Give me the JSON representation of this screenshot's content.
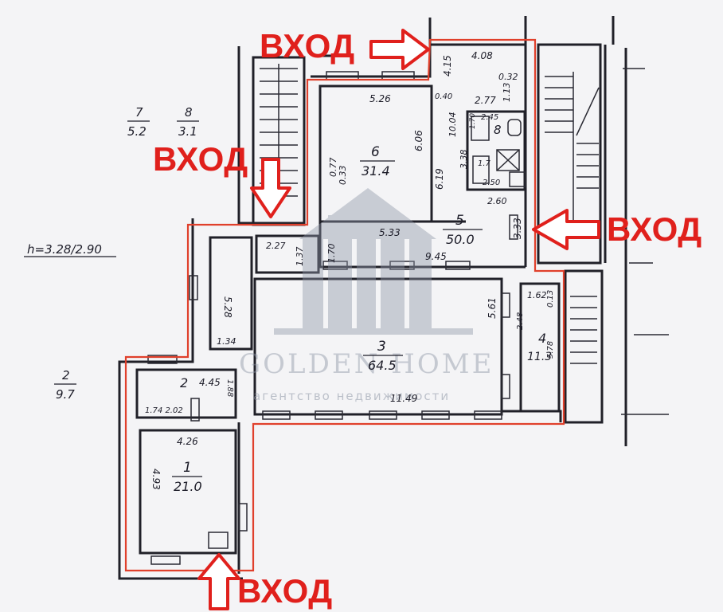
{
  "entrances": {
    "label": "ВХОД"
  },
  "height_note": "h=3.28/2.90",
  "outside_labels": [
    {
      "number": "7",
      "area": "5.2"
    },
    {
      "number": "8",
      "area": "3.1"
    },
    {
      "number": "2",
      "area": "9.7"
    }
  ],
  "rooms": [
    {
      "number": "1",
      "area": "21.0"
    },
    {
      "number": "2",
      "area": ""
    },
    {
      "number": "3",
      "area": "64.5"
    },
    {
      "number": "4",
      "area": "11.3"
    },
    {
      "number": "5",
      "area": "50.0"
    },
    {
      "number": "6",
      "area": "31.4"
    },
    {
      "number": "8",
      "area": ""
    }
  ],
  "dimensions": {
    "room6_top": "5.26",
    "room6_side": "6.06",
    "room6_side2": "6.19",
    "room6_small": "0.77",
    "room6_small2": "0.33",
    "top_4_08": "4.08",
    "top_4_15": "4.15",
    "top_0_40": "0.40",
    "top_0_32": "0.32",
    "top_1_13": "1.13",
    "wc_2_77": "2.77",
    "wc_10_04": "10.04",
    "wc_2_45": "2.45",
    "wc_1_70": "1.70",
    "wc_3_38": "3.38",
    "wc_1_7": "1.7",
    "wc_2_50": "2.50",
    "wc_2_60": "2.60",
    "room5_3_33": "3.33",
    "room5_9_45": "9.45",
    "room5_5_33": "5.33",
    "corridor_2_27": "2.27",
    "corridor_1_37": "1.37",
    "corridor_1_70": "1.70",
    "left_5_28": "5.28",
    "left_1_34": "1.34",
    "room2_4_45": "4.45",
    "room2_1_88": "1.88",
    "room2_bottom": "1.74 2.02",
    "room1_4_26": "4.26",
    "room1_4_93": "4.93",
    "room3_5_61": "5.61",
    "room3_11_49": "11.49",
    "room4_1_62": "1.62",
    "room4_0_13": "0.13",
    "room4_2_48": "2.48",
    "room4_5_78": "5.78"
  },
  "watermark": {
    "brand": "GOLDEN HOME",
    "tagline": "агентство недвижимости"
  },
  "colors": {
    "entry_red": "#e0201c",
    "outline_red": "#e0402c",
    "ink": "#1c1c28"
  }
}
